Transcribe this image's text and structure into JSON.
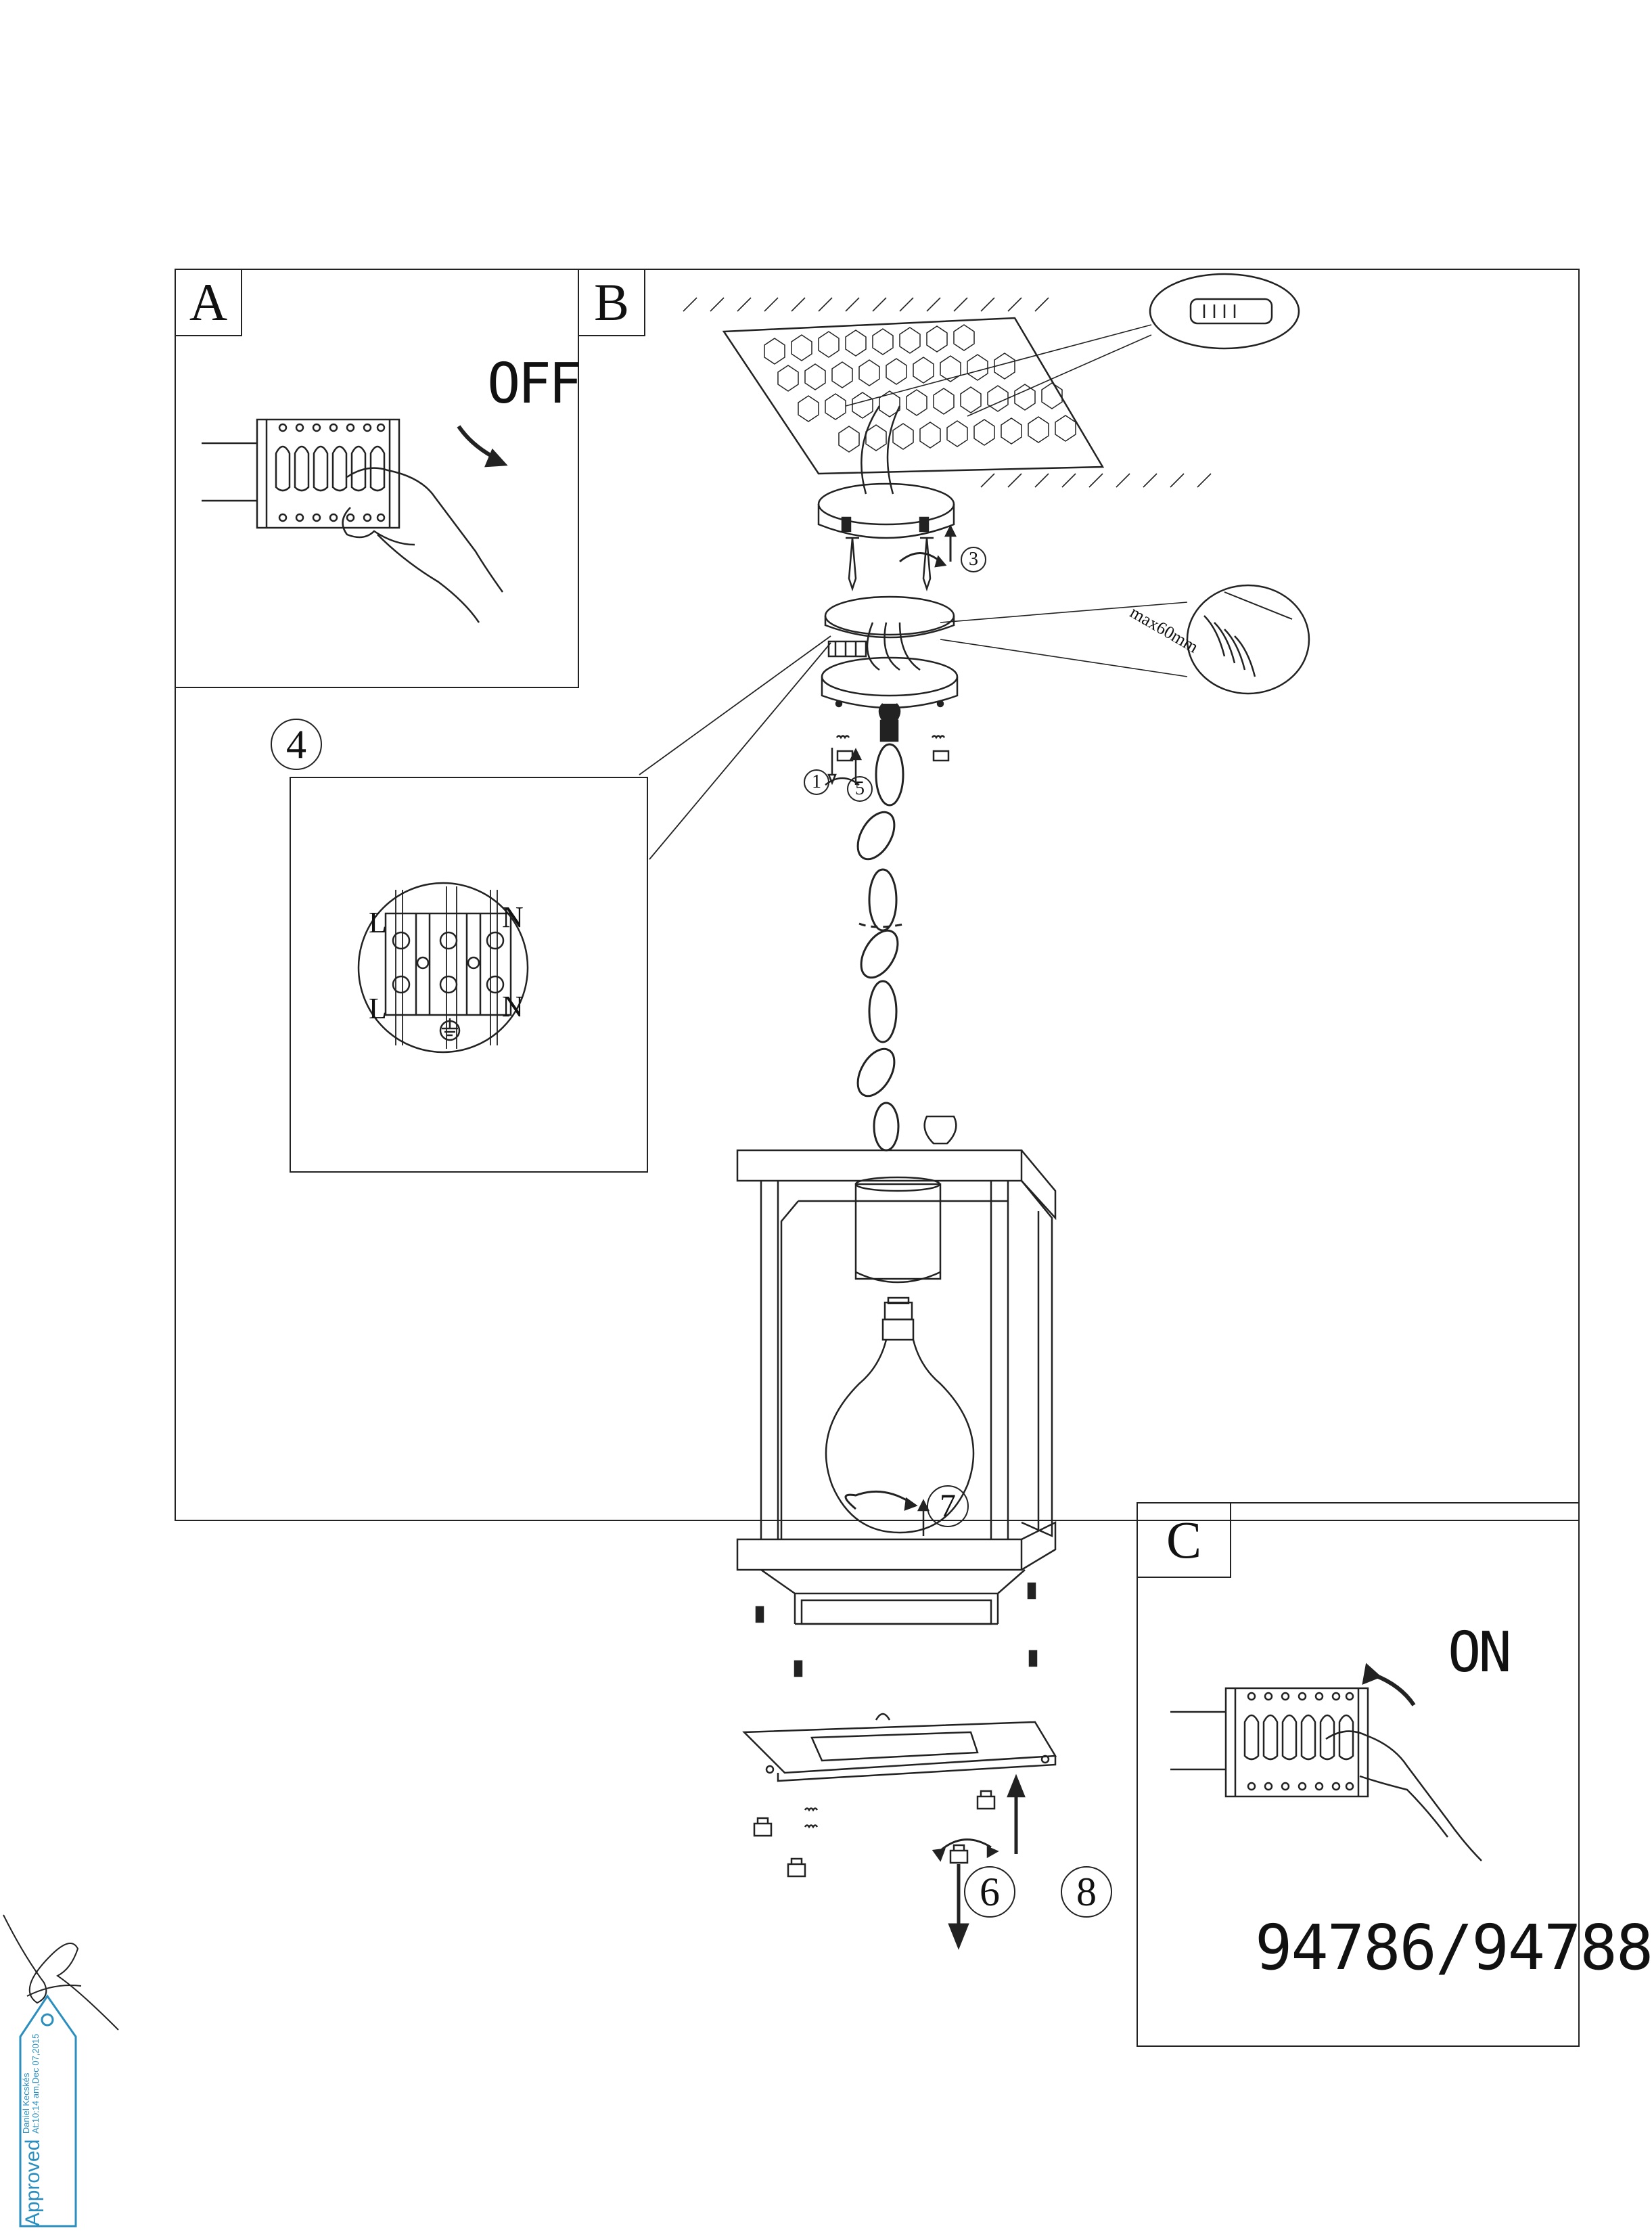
{
  "panels": {
    "a_label": "A",
    "b_label": "B",
    "c_label": "C"
  },
  "switch_off_text": "OFF",
  "switch_on_text": "ON",
  "step_numbers": [
    "1",
    "3",
    "4",
    "5",
    "6",
    "7",
    "8"
  ],
  "terminal_labels": {
    "live": "L",
    "neutral": "N"
  },
  "max_length_label": "max60mm",
  "model_number": "94786/94788",
  "approval_stamp": {
    "status": "Approved",
    "name": "Daniel Kecskés",
    "date": "At:10:14 am,Dec 07,2015"
  },
  "colors": {
    "line": "#222222",
    "stamp": "#2a8fbf"
  }
}
